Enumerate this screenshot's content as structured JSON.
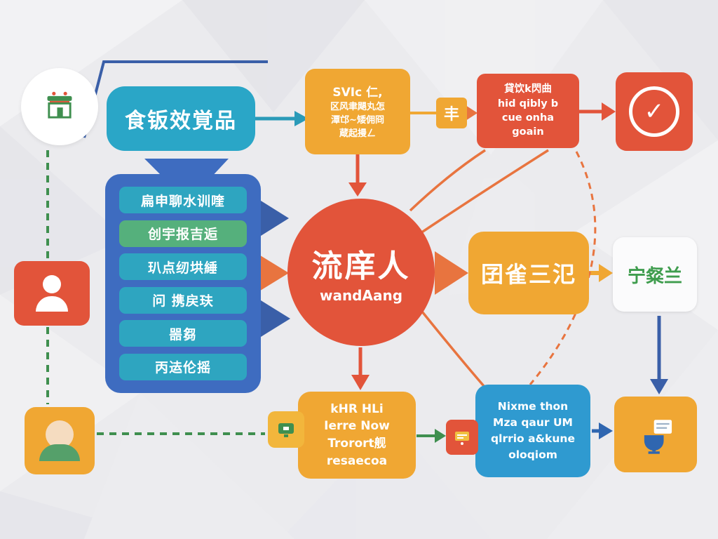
{
  "palette": {
    "teal": "#2aa6c7",
    "orange": "#f0a733",
    "red": "#e2543a",
    "blue": "#3e6cc0",
    "light_blue": "#2f9ad0",
    "green": "#3f8f4f",
    "curve_orange": "#e8743f",
    "background": "#ebebee"
  },
  "icons": {
    "storefront-icon": "green shopfront with awning",
    "person-icon": "white head and shoulders",
    "baby-icon": "child face with green shirt",
    "check-icon": "circle with check mark",
    "award-icon": "card and blue trophy cup",
    "device-icon": "small green gadget",
    "receipt-icon": "small pay card",
    "connector-icon": "丰"
  },
  "nodes": {
    "teal_box": {
      "label": "食钣效覚品"
    },
    "svic_box": {
      "lines": [
        "SVIc  仁,",
        "区风聿飓丸怎",
        "潭邙~矮佣冏",
        "蔵起摱ㄥ"
      ]
    },
    "connector_badge": {
      "glyph": "丰"
    },
    "red_top_box": {
      "lines": [
        "貸饮k閃曲",
        "hid qibly b",
        "cue onha",
        "goain"
      ]
    },
    "check_box": {
      "glyph": "✓"
    },
    "blue_panel": {
      "rows": [
        "扁申聊水训喹",
        "创宇报吉逅",
        "玐点纫垬綞",
        "问 携戻玞",
        "噐芻",
        "丙迲伦摇"
      ]
    },
    "center_circle": {
      "title": "流庠人",
      "subtitle": "wandAang"
    },
    "yellow_right_box": {
      "label": "囝雀三氾"
    },
    "white_right_box": {
      "label": "宁粲兰"
    },
    "blue_bottom_box": {
      "lines": [
        "Nixme thon",
        "Mza qaur UM",
        "qlrrio a&kune",
        "oloqiom"
      ]
    },
    "yellow_bottom_box": {
      "lines": [
        "kHR HLi",
        "Ierre Now",
        "Trorort舰",
        "resaecoa"
      ]
    }
  }
}
